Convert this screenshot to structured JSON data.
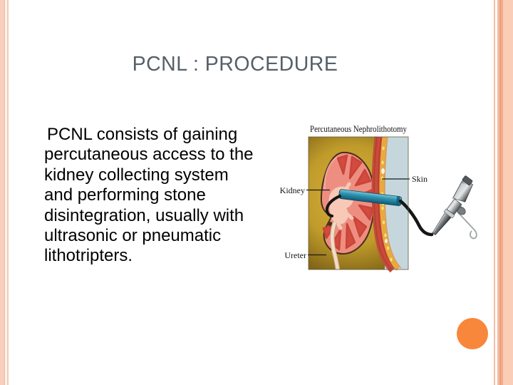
{
  "slide": {
    "title": "PCNL : PROCEDURE",
    "body": "PCNL consists of gaining\npercutaneous access to the\nkidney collecting system\nand performing stone\ndisintegration, usually with\nultrasonic or pneumatic\nlithotripters.",
    "figure": {
      "caption": "Percutaneous Nephrolithotomy",
      "labels": {
        "kidney": "Kidney",
        "skin": "Skin",
        "ureter": "Ureter"
      }
    },
    "theme": {
      "title_color": "#556069",
      "body_color": "#000000",
      "border_peach_light": "#F7CFBC",
      "border_peach_dark": "#EC9E7B",
      "accent_circle_color": "#F8873B",
      "figure_background_olive": "#C09B2B",
      "figure_background_blue": "#C5D7DC",
      "kidney_color": "#EE8E81",
      "scope_tube_color": "#2F97B4"
    }
  }
}
